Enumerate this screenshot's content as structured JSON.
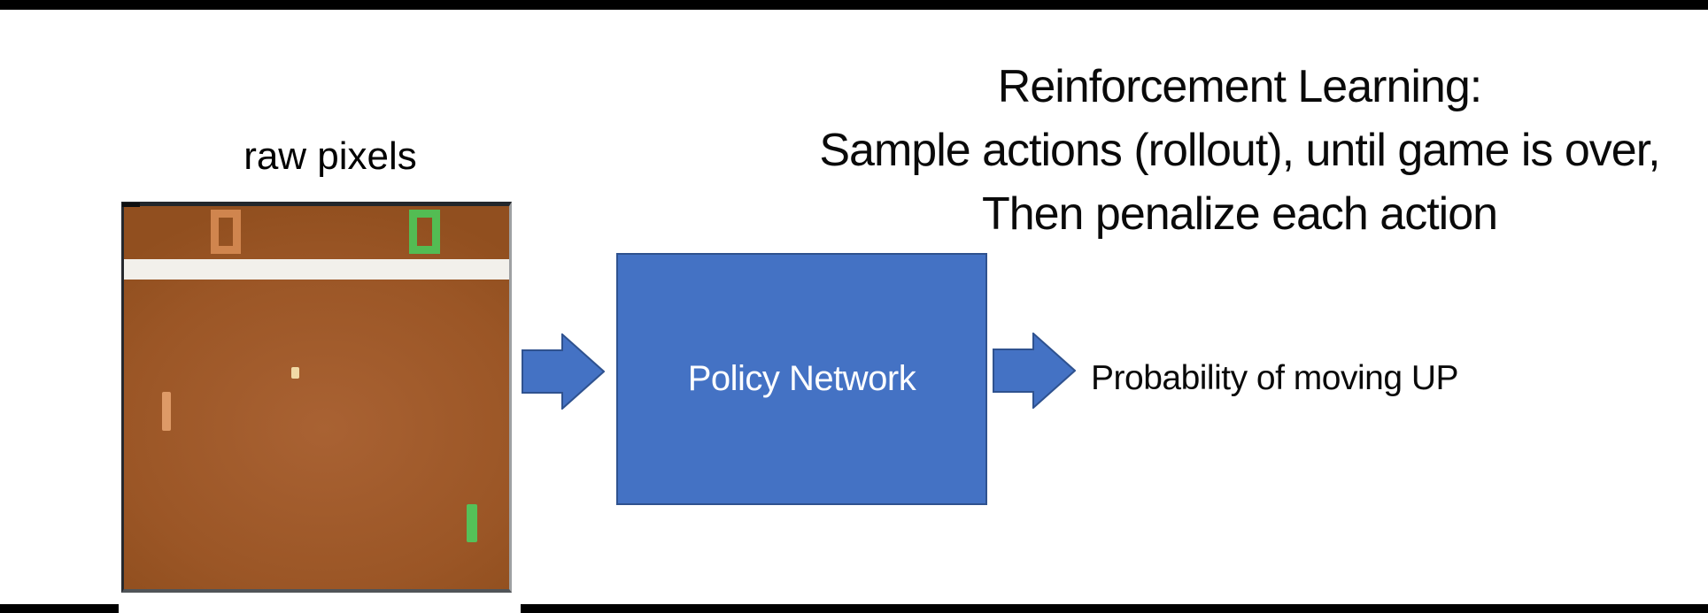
{
  "slide": {
    "title_lines": [
      "Reinforcement Learning:",
      "Sample actions (rollout), until game is over,",
      "Then penalize each action"
    ]
  },
  "pong": {
    "label": "raw pixels",
    "left_score": "0",
    "right_score": "0",
    "colors": {
      "field": "#9B5626",
      "divider_band": "#F2F0EB",
      "left_score_color": "#D0854E",
      "right_score_color": "#53BC53",
      "left_paddle": "#DE9A67",
      "right_paddle": "#55C158",
      "ball": "#F1DAA6",
      "frame_border": "#26292E"
    }
  },
  "pipeline": {
    "policy_box_label": "Policy Network",
    "output_label": "Probability of moving UP",
    "colors": {
      "box_fill": "#4472C4",
      "box_border": "#2F528F",
      "arrow_fill": "#4472C4",
      "arrow_border": "#2F528F",
      "box_text": "#FFFFFF"
    }
  },
  "bars": {
    "color": "#000000"
  }
}
